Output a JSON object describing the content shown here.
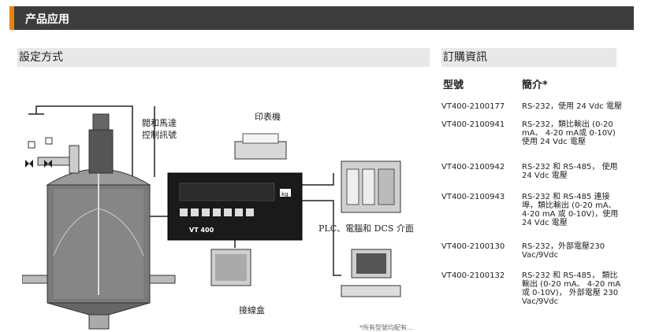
{
  "header": {
    "title": "产品应用"
  },
  "setup": {
    "title": "設定方式"
  },
  "diagram": {
    "valve_label_1": "閥和馬達",
    "valve_label_2": "控制訊號",
    "printer_label": "印表機",
    "plc_label": "PLC、電腦和 DCS 介面",
    "junction_label": "接線盒",
    "device_model": "VT 400",
    "device_unit": "kg"
  },
  "ordering": {
    "title": "訂購資訊",
    "col_model": "型號",
    "col_desc": "簡介*",
    "rows": [
      {
        "code": "VT400-2100177",
        "desc": "RS-232，使用 24 Vdc 電壓"
      },
      {
        "code": "VT400-2100941",
        "desc": "RS-232，類比輸出 (0-20 mA、 4-20 mA或 0-10V) 使用 24 Vdc 電壓"
      },
      {
        "code": "VT400-2100942",
        "desc": "RS-232 和 RS-485， 使用 24 Vdc 電壓"
      },
      {
        "code": "VT400-2100943",
        "desc": "RS-232 和 RS-485 連接埠，類比輸出 (0-20 mA、 4-20 mA 或 0-10V)，使用 24 Vdc 電壓"
      },
      {
        "code": "VT400-2100130",
        "desc": "RS-232，外部電壓230 Vac/9Vdc"
      },
      {
        "code": "VT400-2100132",
        "desc": "RS-232 和 RS-485， 類比輸出 (0-20 mA、 4-20 mA或 0-10V)， 外部電壓 230 Vac/9Vdc"
      }
    ]
  },
  "footnote": "*所有型號均配有…"
}
